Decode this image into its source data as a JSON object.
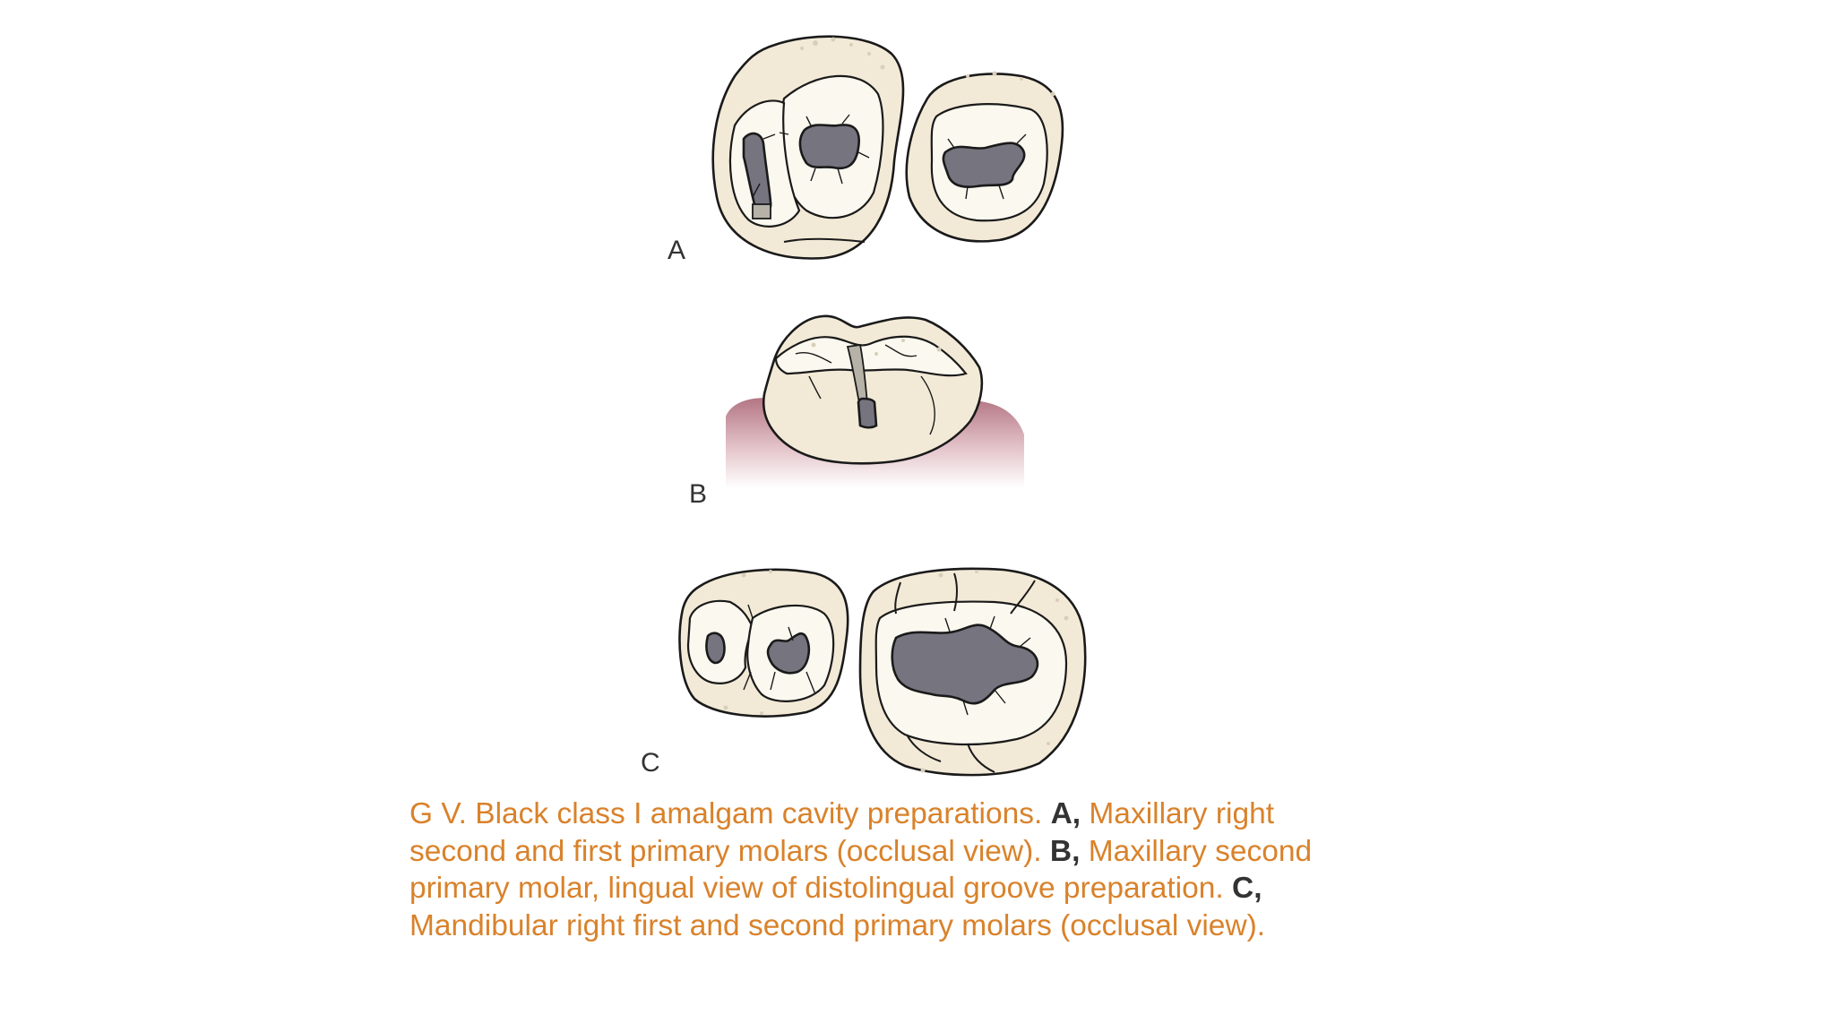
{
  "figure": {
    "panels": [
      {
        "label": "A"
      },
      {
        "label": "B"
      },
      {
        "label": "C"
      }
    ]
  },
  "caption": {
    "intro": "G V. Black class I amalgam cavity preparations.",
    "a_label": "A,",
    "a_text": "Maxillary right second and first primary molars (occlusal view).",
    "b_label": "B,",
    "b_text": "Maxillary second primary molar, lingual view of distolingual groove preparation.",
    "c_label": "C,",
    "c_text": "Mandibular right first and second primary molars (occlusal view)."
  },
  "colors": {
    "caption_text": "#d9822b",
    "caption_bold": "#333333",
    "enamel": "#f2ead7",
    "cavity_preparation": "#75747f",
    "gingiva": "#c9909b"
  }
}
